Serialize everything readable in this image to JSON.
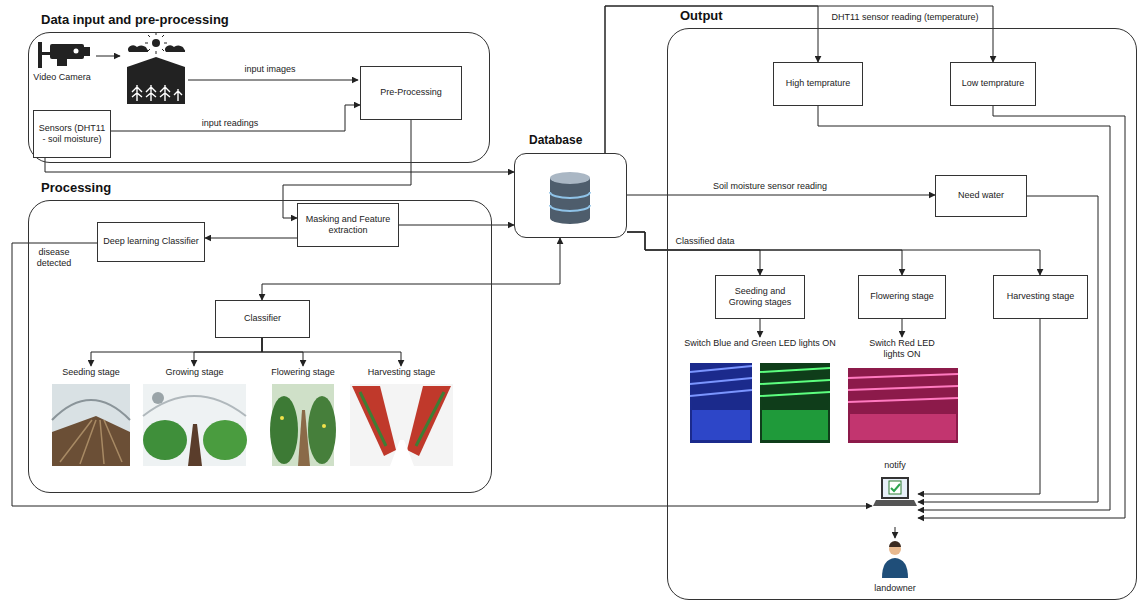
{
  "diagram": {
    "nodes": [
      {
        "text": [
          "Data input and pre-processing"
        ]
      },
      {
        "text": [
          "Sensors (DHT11 - soil moisture)"
        ],
        "in": 0
      },
      {
        "text": [
          "Pre-Processing"
        ],
        "in": 0
      },
      {
        "text": [
          "Processing"
        ]
      },
      {
        "text": [
          "Masking and Feature extraction"
        ],
        "in": 3
      },
      {
        "text": [
          "Deep learning Classifier"
        ],
        "in": 3
      },
      {
        "text": [
          "Classifier"
        ],
        "in": 3
      },
      {
        "text": [
          "Seeding stage"
        ],
        "in": 3
      },
      {
        "text": [
          "Growing stage"
        ],
        "in": 3
      },
      {
        "text": [
          "Flowering stage"
        ],
        "in": 3
      },
      {
        "text": [
          "Harvesting stage"
        ],
        "in": 3
      },
      {
        "text": [
          "Database"
        ]
      },
      {
        "text": [
          "Output"
        ]
      },
      {
        "text": [
          "High temprature"
        ],
        "in": 12
      },
      {
        "text": [
          "Low temprature"
        ],
        "in": 12
      },
      {
        "text": [
          "Need water"
        ],
        "in": 12
      },
      {
        "text": [
          "Seeding and Growing stages"
        ],
        "in": 12
      },
      {
        "text": [
          "Flowering stage"
        ],
        "in": 12
      },
      {
        "text": [
          "Harvesting stage"
        ],
        "in": 12
      },
      {
        "text": [
          "Switch Blue and Green LED lights ON"
        ],
        "in": 12
      },
      {
        "text": [
          "Switch Red LED lights ON"
        ],
        "in": 12
      },
      {
        "text": [
          "notify"
        ],
        "in": 12
      },
      {
        "text": [
          "landowner"
        ],
        "in": 12
      }
    ],
    "edges": [
      {
        "from": 1,
        "to": 2,
        "label": "input readings",
        "arrow": "to"
      },
      {
        "from": 1,
        "to": 11,
        "arrow": "to"
      },
      {
        "from": 2,
        "to": 4,
        "arrow": "to"
      },
      {
        "from": 4,
        "to": 5,
        "arrow": "to"
      },
      {
        "from": 4,
        "to": 11,
        "arrow": "to"
      },
      {
        "from": 5,
        "to": 21,
        "label": "disease detected",
        "arrow": "to"
      },
      {
        "from": 11,
        "to": 6,
        "arrow": "both"
      },
      {
        "from": 6,
        "to": 7,
        "arrow": "to"
      },
      {
        "from": 6,
        "to": 8,
        "arrow": "to"
      },
      {
        "from": 6,
        "to": 9,
        "arrow": "to"
      },
      {
        "from": 6,
        "to": 10,
        "arrow": "to"
      },
      {
        "from": 11,
        "to": 13,
        "label": "DHT11 sensor reading (temperature)",
        "arrow": "to"
      },
      {
        "from": 11,
        "to": 14,
        "arrow": "to"
      },
      {
        "from": 11,
        "to": 15,
        "label": "Soil moisture sensor reading",
        "arrow": "to"
      },
      {
        "from": 11,
        "to": 16,
        "label": "Classified data",
        "arrow": "to"
      },
      {
        "from": 11,
        "to": 17,
        "arrow": "to"
      },
      {
        "from": 11,
        "to": 18,
        "arrow": "to"
      },
      {
        "from": 16,
        "to": 19,
        "arrow": "to"
      },
      {
        "from": 17,
        "to": 20,
        "arrow": "to"
      },
      {
        "from": 13,
        "to": 21,
        "arrow": "to"
      },
      {
        "from": 14,
        "to": 21,
        "arrow": "to"
      },
      {
        "from": 15,
        "to": 21,
        "arrow": "to"
      },
      {
        "from": 18,
        "to": 21,
        "arrow": "to"
      },
      {
        "from": 21,
        "to": 22,
        "arrow": "to"
      }
    ],
    "labels": [
      "Video Camera",
      "input images"
    ]
  }
}
